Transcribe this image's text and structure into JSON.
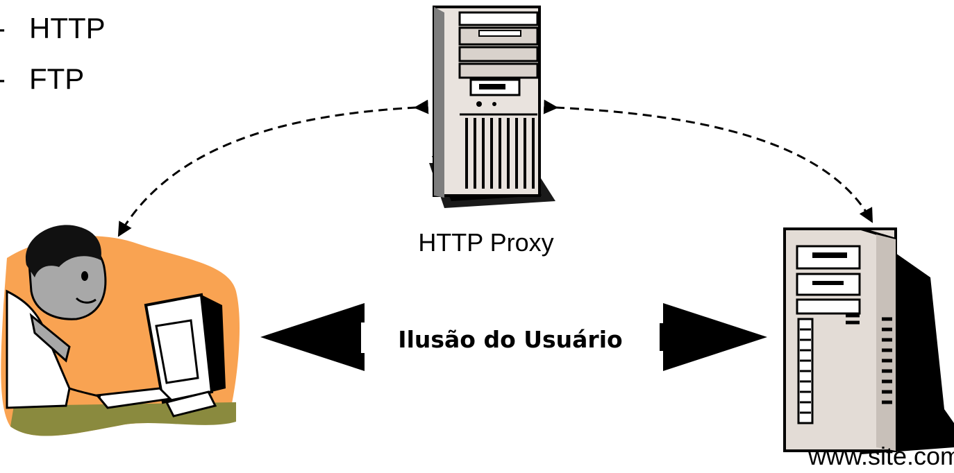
{
  "bullets": [
    {
      "marker": "-",
      "text": "HTTP"
    },
    {
      "marker": "-",
      "text": "FTP"
    }
  ],
  "proxy": {
    "label": "HTTP Proxy"
  },
  "server": {
    "label": "www.site.com"
  },
  "illusion": {
    "label": "Ilusão do Usuário"
  },
  "colors": {
    "arrow": "#000000",
    "user_background": "#F9A352",
    "desk": "#8A8A3E",
    "server_body": "#E3DCD6",
    "skin": "#A8A8A8"
  },
  "icons": {
    "user": "person-at-computer-icon",
    "proxy": "tower-server-icon",
    "server": "web-server-icon"
  }
}
